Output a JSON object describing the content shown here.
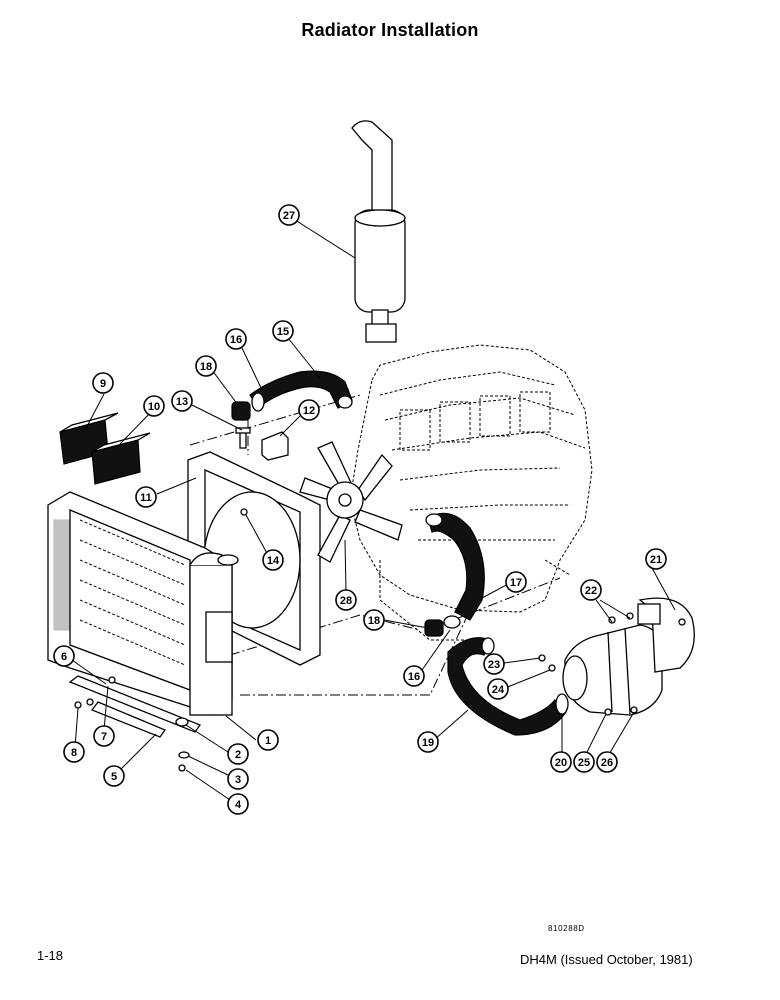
{
  "title": "Radiator Installation",
  "drawing_number": "810288D",
  "page_number": "1-18",
  "document_reference": "DH4M (Issued October, 1981)",
  "callouts": [
    "1",
    "2",
    "3",
    "4",
    "5",
    "6",
    "7",
    "8",
    "9",
    "10",
    "11",
    "12",
    "13",
    "14",
    "15",
    "16",
    "17",
    "18",
    "19",
    "20",
    "21",
    "22",
    "23",
    "24",
    "25",
    "26",
    "27",
    "28"
  ]
}
